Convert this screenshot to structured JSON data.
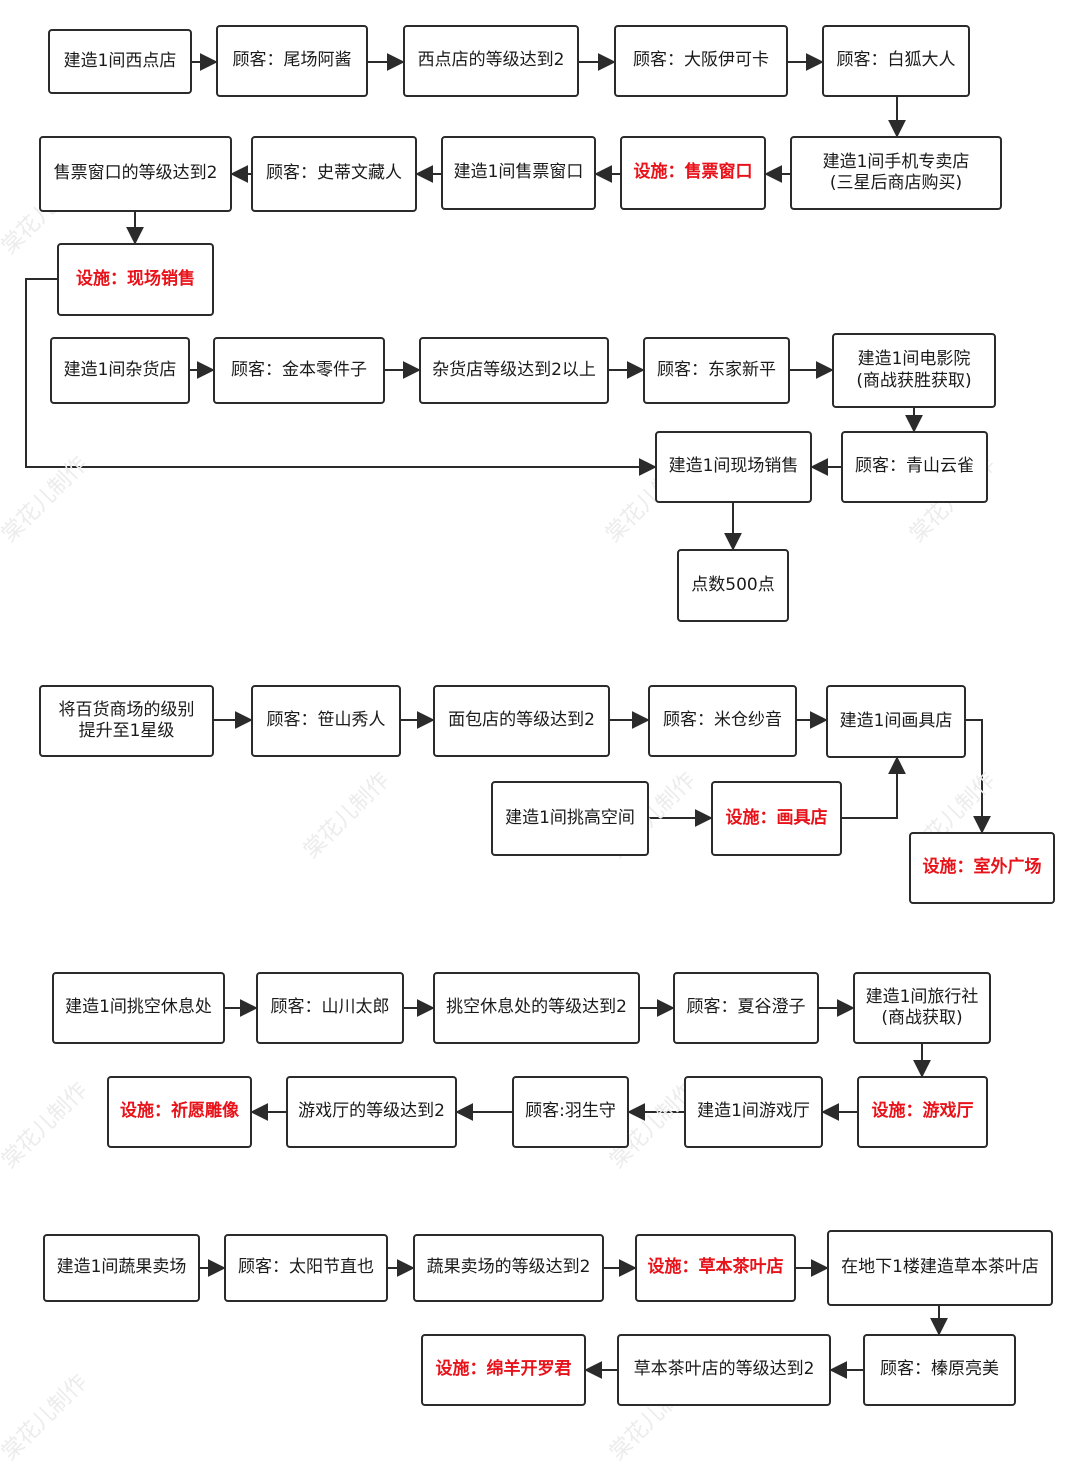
{
  "colors": {
    "border": "#2b2b2b",
    "text": "#1a1a1a",
    "facility": "#e8131a",
    "watermark": "#ececec"
  },
  "watermark": "棠花儿制作",
  "nodes": {
    "s1_build_western": "建造1间西点店",
    "s1_guest_oba": "顾客：尾场阿酱",
    "s1_western_lv2": "西点店的等级达到2",
    "s1_guest_osaka": "顾客：大阪伊可卡",
    "s1_guest_fox": "顾客：白狐大人",
    "s1_build_phone": "建造1间手机专卖店\n(三星后商店购买)",
    "s1_fac_ticket": "设施：售票窗口",
    "s1_build_ticket": "建造1间售票窗口",
    "s1_guest_stefan": "顾客：史蒂文藏人",
    "s1_ticket_lv2": "售票窗口的等级达到2",
    "s1_fac_live": "设施：现场销售",
    "s1_build_grocery": "建造1间杂货店",
    "s1_guest_kanemoto": "顾客：金本零件子",
    "s1_grocery_lv2": "杂货店等级达到2以上",
    "s1_guest_tokei": "顾客：东家新平",
    "s1_build_cinema": "建造1间电影院\n(商战获胜获取)",
    "s1_guest_aoyama": "顾客：青山云雀",
    "s1_build_live": "建造1间现场销售",
    "s1_points": "点数500点",
    "s2_dept_1star": "将百货商场的级别\n提升至1星级",
    "s2_guest_sasayama": "顾客：笹山秀人",
    "s2_bakery_lv2": "面包店的等级达到2",
    "s2_guest_yonekura": "顾客：米仓纱音",
    "s2_build_art": "建造1间画具店",
    "s2_build_high": "建造1间挑高空间",
    "s2_fac_art": "设施：画具店",
    "s2_fac_plaza": "设施：室外广场",
    "s3_build_rest": "建造1间挑空休息处",
    "s3_guest_yamakawa": "顾客：山川太郎",
    "s3_rest_lv2": "挑空休息处的等级达到2",
    "s3_guest_natsuya": "顾客：夏谷澄子",
    "s3_build_travel": "建造1间旅行社\n(商战获取)",
    "s3_fac_game": "设施：游戏厅",
    "s3_build_game": "建造1间游戏厅",
    "s3_guest_hanyu": "顾客:羽生守",
    "s3_game_lv2": "游戏厅的等级达到2",
    "s3_fac_statue": "设施：祈愿雕像",
    "s4_build_veg": "建造1间蔬果卖场",
    "s4_guest_taiyo": "顾客：太阳节直也",
    "s4_veg_lv2": "蔬果卖场的等级达到2",
    "s4_fac_tea": "设施：草本茶叶店",
    "s4_build_tea_b1": "在地下1楼建造草本茶叶店",
    "s4_guest_hara": "顾客：榛原亮美",
    "s4_tea_lv2": "草本茶叶店的等级达到2",
    "s4_fac_sheep": "设施：绵羊开罗君"
  }
}
